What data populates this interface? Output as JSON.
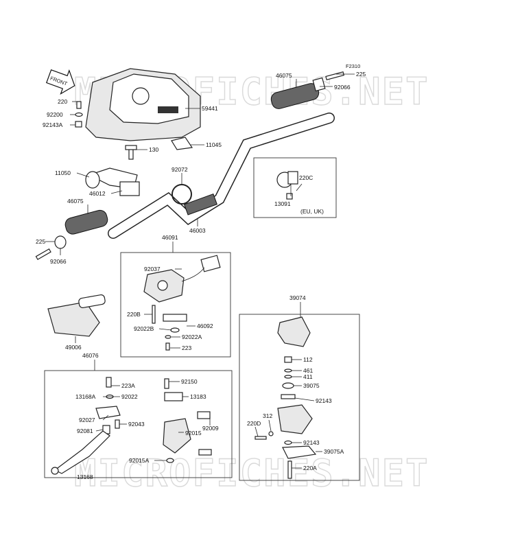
{
  "watermark": "MICROFICHES.NET",
  "direction_label": "FRONT",
  "figure_code": "F2310",
  "region_note": "(EU, UK)",
  "parts": {
    "p225_top": "225",
    "p46075_top": "46075",
    "p92066_top": "92066",
    "p59441": "59441",
    "p220": "220",
    "p92200": "92200",
    "p92143A": "92143A",
    "p130": "130",
    "p11045": "11045",
    "p11050": "11050",
    "p92072": "92072",
    "p46012": "46012",
    "p46075_left": "46075",
    "p46003": "46003",
    "p225_left": "225",
    "p92066_left": "92066",
    "p220C": "220C",
    "p13091": "13091",
    "p46091": "46091",
    "p92037": "92037",
    "p220B": "220B",
    "p46092": "46092",
    "p92022B": "92022B",
    "p92022A": "92022A",
    "p223": "223",
    "p49006": "49006",
    "p39074": "39074",
    "p112": "112",
    "p461": "461",
    "p411": "411",
    "p39075": "39075",
    "p92143": "92143",
    "p312": "312",
    "p220D": "220D",
    "p92143_b": "92143",
    "p39075A": "39075A",
    "p220A": "220A",
    "p46076": "46076",
    "p223A": "223A",
    "p13168A": "13168A",
    "p92022": "92022",
    "p92027": "92027",
    "p92043": "92043",
    "p92081": "92081",
    "p13168": "13168",
    "p92150": "92150",
    "p13183": "13183",
    "p92009": "92009",
    "p92015": "92015",
    "p92015A": "92015A"
  }
}
